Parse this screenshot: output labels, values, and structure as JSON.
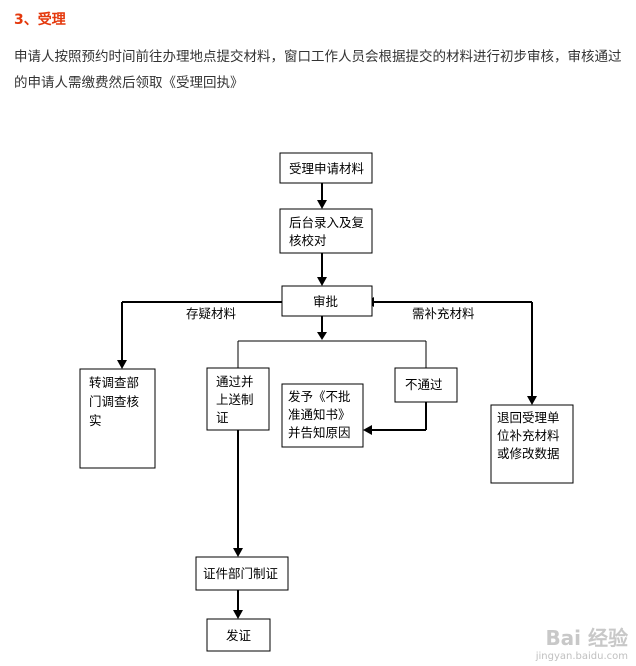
{
  "heading": "3、受理",
  "intro": "申请人按照预约时间前往办理地点提交材料，窗口工作人员会根据提交的材料进行初步审核，审核通过的申请人需缴费然后领取《受理回执》",
  "flowchart": {
    "nodes": {
      "receive": [
        "受理申请材料"
      ],
      "backend": [
        "后台录入及复",
        "核校对"
      ],
      "approve": [
        "审批"
      ],
      "transfer": [
        "转调查部",
        "门调查核",
        "实"
      ],
      "pass": [
        "通过并",
        "上送制",
        "证"
      ],
      "notice": [
        "发予《不批",
        "准通知书》",
        "并告知原因"
      ],
      "reject": [
        "不通过"
      ],
      "returnback": [
        "退回受理单",
        "位补充材料",
        "或修改数据"
      ],
      "make_cert": [
        "证件部门制证"
      ],
      "issue": [
        "发证"
      ]
    },
    "edge_labels": {
      "doubtful": "存疑材料",
      "supplement": "需补充材料"
    }
  },
  "watermark": {
    "logo": "Bai 经验",
    "url": "jingyan.baidu.com"
  }
}
